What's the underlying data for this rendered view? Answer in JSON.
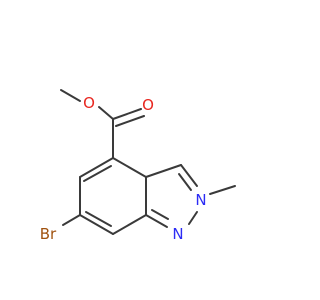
{
  "molecule": {
    "atoms": {
      "o_carbonyl": {
        "label": "O",
        "color": "#e8261f"
      },
      "o_ester": {
        "label": "O",
        "color": "#e8261f"
      },
      "br": {
        "label": "Br",
        "color": "#a0520f"
      },
      "n_ring": {
        "label": "N",
        "color": "#2c2cf5"
      },
      "n_methyl": {
        "label": "N",
        "color": "#2c2cf5"
      }
    },
    "bond_color": "#3a3a3a"
  }
}
